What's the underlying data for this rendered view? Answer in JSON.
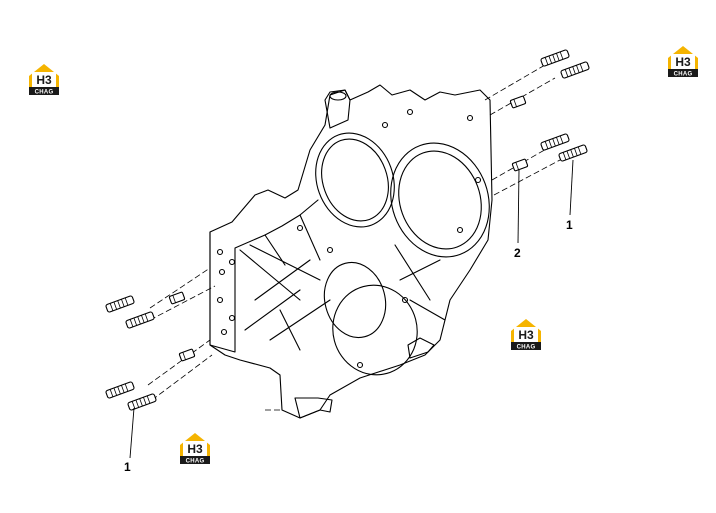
{
  "callouts": {
    "part_1_right": "1",
    "part_2": "2",
    "part_1_left": "1"
  },
  "watermark": {
    "main": "H3",
    "sub": "CHAG",
    "color_roof": "#f5b400",
    "color_band": "#1a1a1a"
  }
}
